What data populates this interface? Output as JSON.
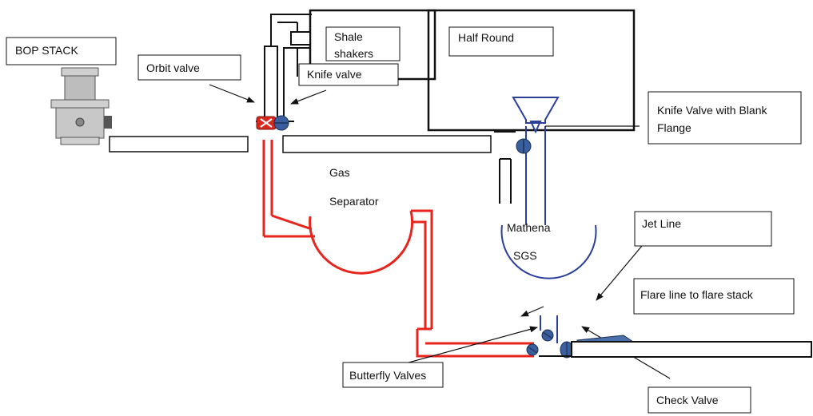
{
  "labels": {
    "bop_stack": "BOP STACK",
    "orbit_valve": "Orbit valve",
    "shale_shakers_1": "Shale",
    "shale_shakers_2": "shakers",
    "knife_valve": "Knife valve",
    "half_round": "Half Round",
    "knife_valve_blank_1": "Knife Valve with Blank",
    "knife_valve_blank_2": "Flange",
    "gas_separator_1": "Gas",
    "gas_separator_2": "Separator",
    "mathena_sgs_1": "Mathena",
    "mathena_sgs_2": "SGS",
    "jet_line": "Jet Line",
    "flare_line": "Flare line to flare stack",
    "butterfly_valves": "Butterfly Valves",
    "check_valve": "Check Valve"
  },
  "colors": {
    "red_line": "#e8241c",
    "blue_line": "#2a3f9a",
    "valve_blue": "#3a5f9e",
    "valve_red": "#d8281e",
    "outline": "#111111"
  }
}
